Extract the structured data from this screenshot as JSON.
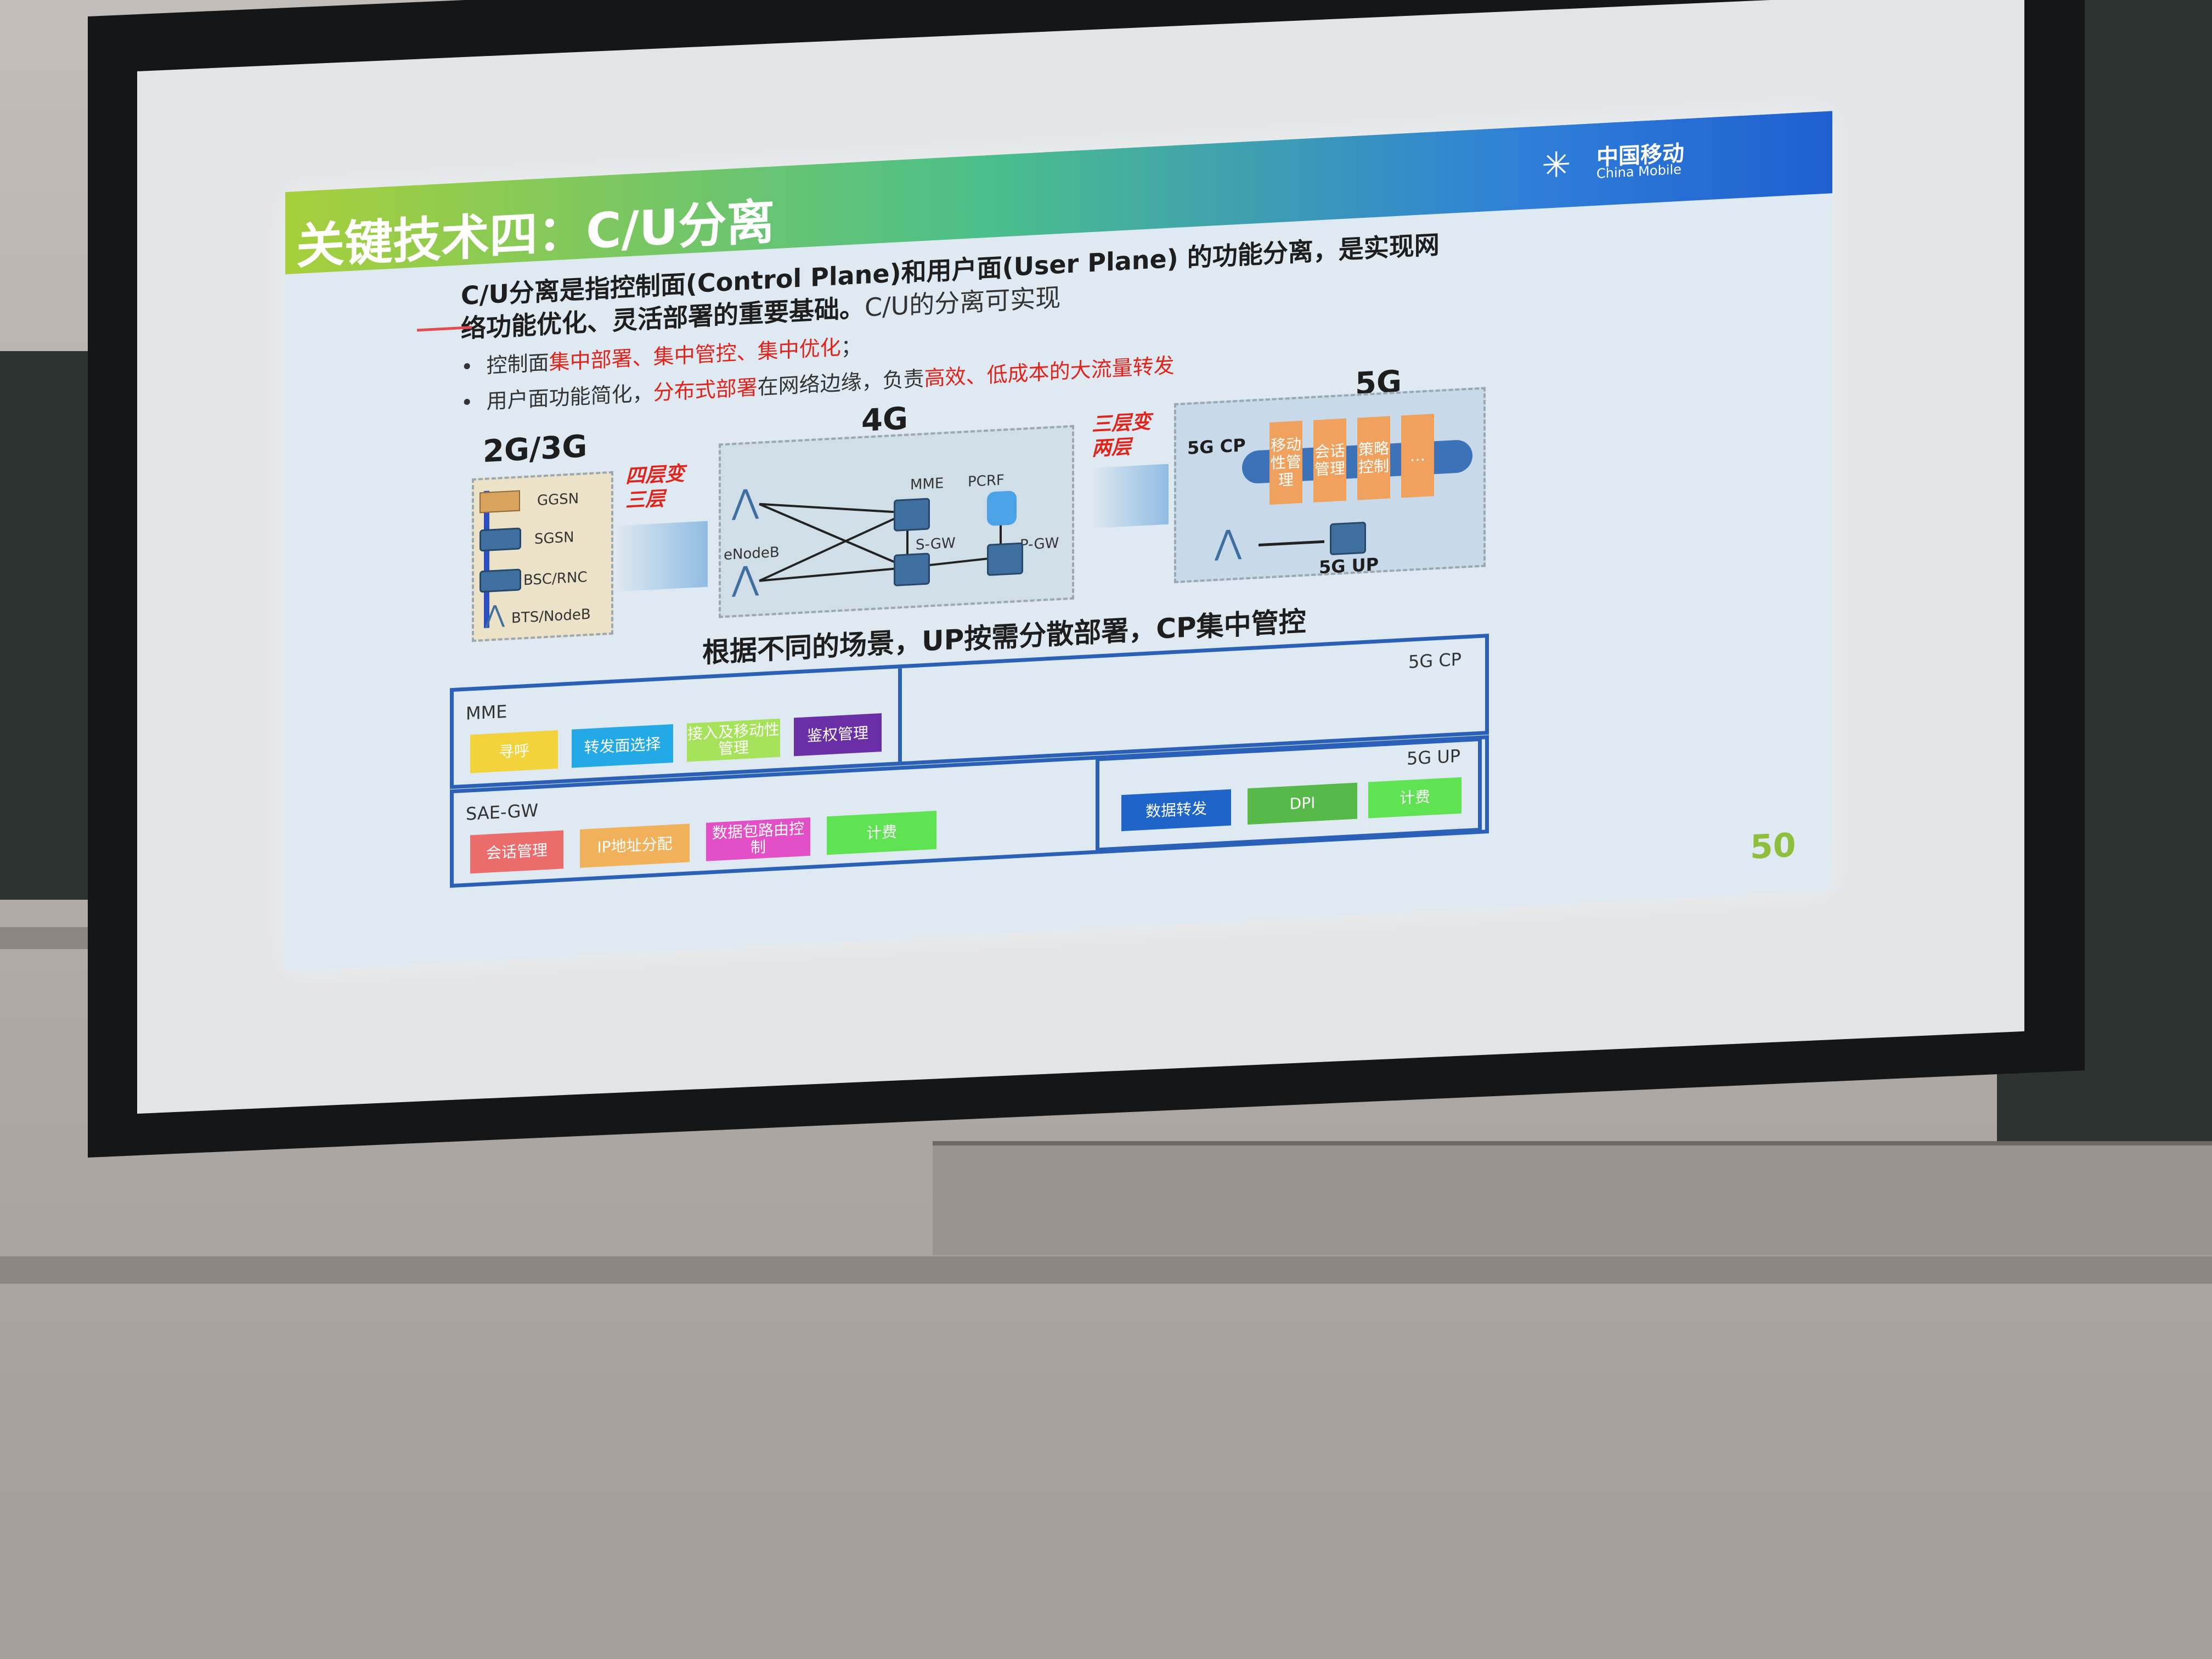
{
  "slide": {
    "title": "关键技术四：C/U分离",
    "logo": {
      "cn": "中国移动",
      "en": "China Mobile"
    },
    "intro": {
      "line1": "C/U分离是指控制面(Control Plane)和用户面(User Plane) 的功能分离，是实现网",
      "line2_bold": "络功能优化、灵活部署的重要基础。",
      "line2_light": "C/U的分离可实现"
    },
    "bullets": [
      {
        "dot": "•",
        "a": "控制面",
        "b_red": "集中部署、集中管控、集中优化",
        "c": "；"
      },
      {
        "dot": "•",
        "a": "用户面功能简化，",
        "b_red": "分布式部署",
        "c": "在网络边缘，负责",
        "d_red": "高效、低成本的大流量转发"
      }
    ],
    "eras": {
      "g23": "2G/3G",
      "g4": "4G",
      "g5": "5G"
    },
    "net23": {
      "nodes": [
        "GGSN",
        "SGSN",
        "BSC/RNC",
        "BTS/NodeB"
      ]
    },
    "net4": {
      "labels": [
        "MME",
        "PCRF",
        "eNodeB",
        "S-GW",
        "P-GW"
      ]
    },
    "transitions": {
      "four_to_three": [
        "四层变",
        "三层"
      ],
      "three_to_two": [
        "三层变",
        "两层"
      ]
    },
    "net5": {
      "cp_label": "5G CP",
      "up_label": "5G UP",
      "cp_funcs": [
        "移动性管理",
        "会话管理",
        "策略控制",
        "…"
      ]
    },
    "scenario": "根据不同的场景，UP按需分散部署，CP集中管控",
    "mme": {
      "label": "MME",
      "funcs": [
        "寻呼",
        "转发面选择",
        "接入及移动性管理",
        "鉴权管理"
      ]
    },
    "cp_frame_label": "5G CP",
    "saegw": {
      "label": "SAE-GW",
      "funcs": [
        "会话管理",
        "IP地址分配",
        "数据包路由控制",
        "计费"
      ]
    },
    "up_frame": {
      "label": "5G UP",
      "funcs": [
        "数据转发",
        "DPI",
        "计费"
      ]
    },
    "page_number": "50"
  },
  "colors": {
    "title_gradient_start": "#a7cf3b",
    "title_gradient_end": "#1f5fd0",
    "highlight_red": "#e0241b",
    "frame_blue": "#2b60b8",
    "func_yellow": "#f2d33b",
    "func_cyan": "#23a9e6",
    "func_lime": "#a6e35a",
    "func_purple": "#6a2fa6",
    "func_red": "#ec6b6b",
    "func_orange": "#f1b05a",
    "func_magenta": "#e24fc6",
    "func_green": "#5fe352",
    "func_blue": "#1f64c8",
    "func_mid_green": "#56b94a",
    "cp_orange": "#f0a15e",
    "page_number_green": "#8dbe3c"
  },
  "icons": [
    "china-mobile-logo-icon",
    "antenna-tower-icon",
    "router-icon",
    "server-stack-icon"
  ]
}
